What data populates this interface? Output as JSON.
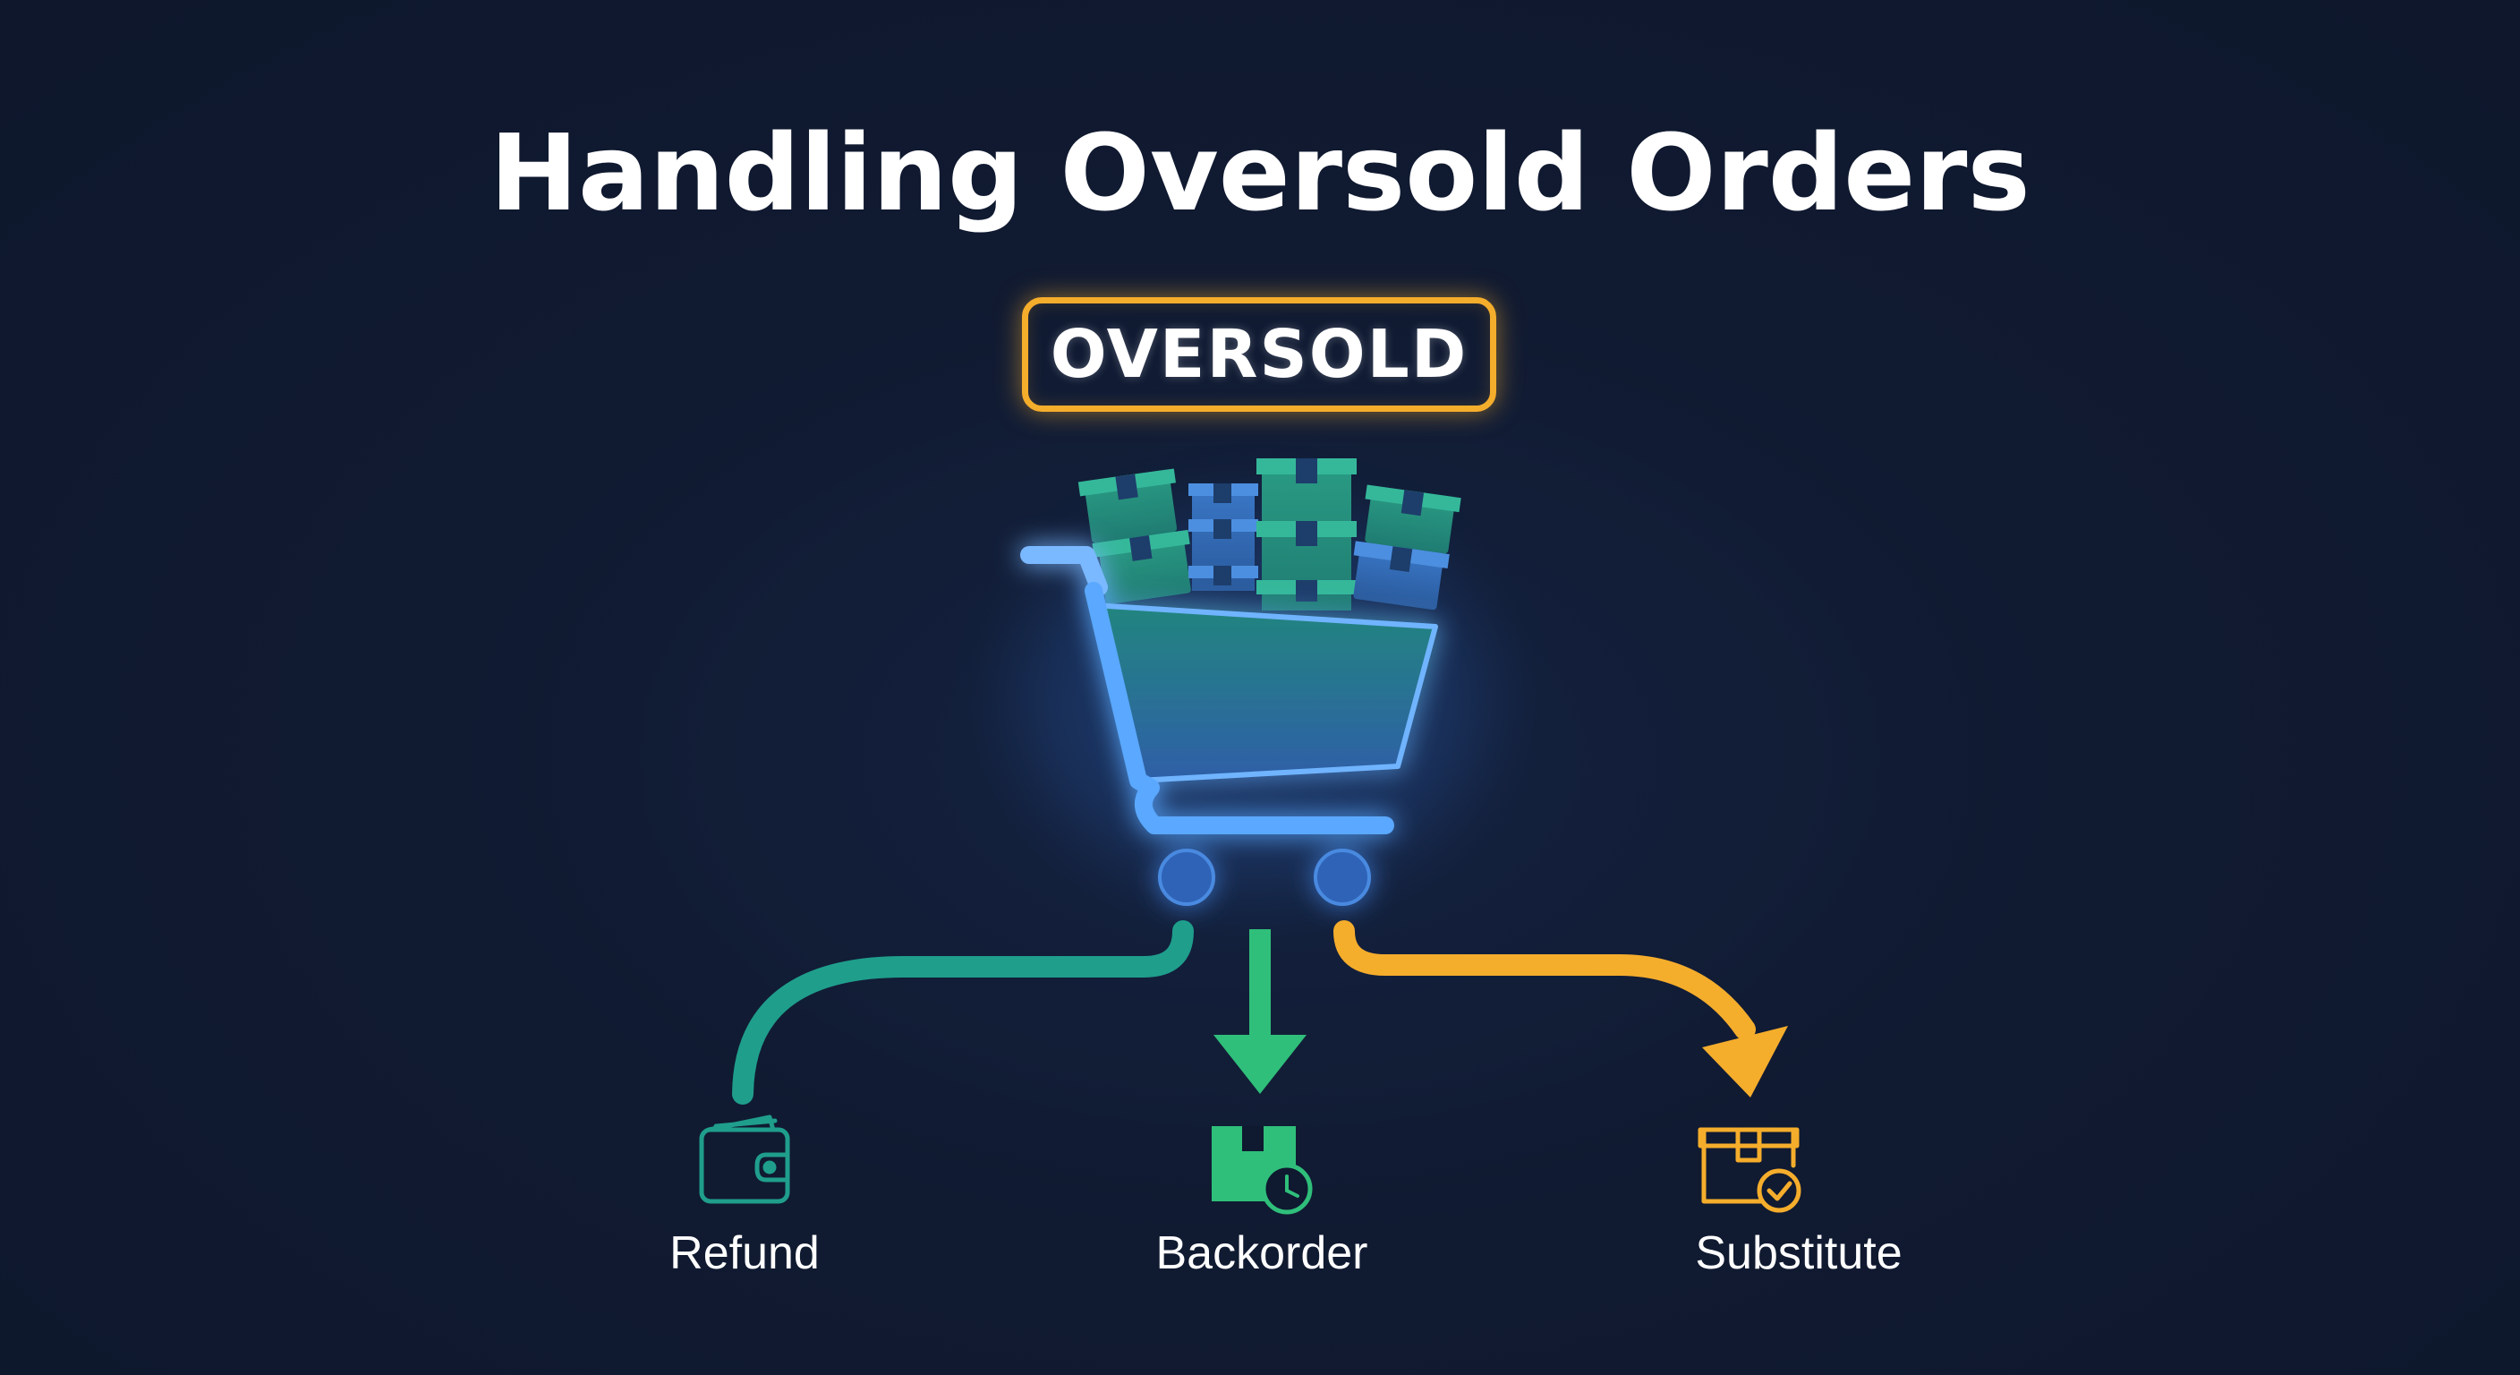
{
  "title": "Handling Oversold Orders",
  "status_badge": {
    "label": "OVERSOLD",
    "color": "#f5ad2c"
  },
  "cart": {
    "icon": "shopping-cart-icon",
    "contents_icon": "package-box-icon"
  },
  "options": [
    {
      "label": "Refund",
      "icon": "wallet-icon",
      "color": "#1f9e8c"
    },
    {
      "label": "Backorder",
      "icon": "package-clock-icon",
      "color": "#2fbf7a"
    },
    {
      "label": "Substitute",
      "icon": "package-check-icon",
      "color": "#f5ad2c"
    }
  ],
  "colors": {
    "background": "#0f1930",
    "cart_outline": "#5aa8ff",
    "box_green": "#27a884",
    "box_blue": "#3a78c8"
  }
}
